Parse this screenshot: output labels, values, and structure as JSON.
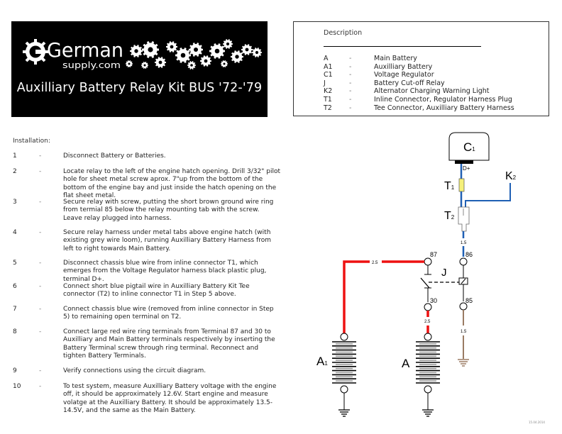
{
  "banner": {
    "logo_word": "German",
    "logo_sub": "supply.com",
    "title": "Auxilliary Battery Relay Kit BUS '72-'79"
  },
  "legend": {
    "heading": "Description",
    "items": [
      {
        "code": "A",
        "dash": "-",
        "desc": "Main Battery"
      },
      {
        "code": "A1",
        "dash": "-",
        "desc": "Auxilliary Battery"
      },
      {
        "code": "C1",
        "dash": "-",
        "desc": "Voltage Regulator"
      },
      {
        "code": "J",
        "dash": "-",
        "desc": "Battery Cut-off Relay"
      },
      {
        "code": "K2",
        "dash": "-",
        "desc": "Alternator Charging Warning Light"
      },
      {
        "code": "T1",
        "dash": "-",
        "desc": "Inline Connector, Regulator Harness Plug"
      },
      {
        "code": "T2",
        "dash": "-",
        "desc": "Tee Connector, Auxilliary Battery Harness"
      }
    ]
  },
  "installation": {
    "heading": "Installation:",
    "steps": [
      {
        "num": "1",
        "dash": "-",
        "text": "Disconnect Battery or Batteries."
      },
      {
        "num": "2",
        "dash": "-",
        "text": "Locate relay to the left of the engine hatch opening. Drill 3/32\" pilot hole for sheet metal screw aprox. 7\"up from the bottom of the bottom of the engine bay and just inside the hatch opening on the flat sheet metal."
      },
      {
        "num": "3",
        "dash": "-",
        "text": "Secure relay with screw, putting the short brown ground wire ring from termial 85 below the relay mounting tab with the screw. Leave relay plugged into harness."
      },
      {
        "num": "4",
        "dash": "-",
        "text": "Secure relay harness under metal tabs above engine hatch (with existing grey wire loom), running Auxilliary Battery Harness from left to right towards Main Battery."
      },
      {
        "num": "5",
        "dash": "-",
        "text": "Disconnect chassis blue wire from inline connector T1,  which emerges from the Voltage Regulator harness black plastic plug, terminal D+."
      },
      {
        "num": "6",
        "dash": "-",
        "text": "Connect short blue pigtail wire in Auxilliary Battery Kit Tee connector (T2) to inline connector T1 in Step 5 above."
      },
      {
        "num": "7",
        "dash": "-",
        "text": "Connect chassis blue wire (removed from inline connector in Step 5) to remaining open terminal on T2."
      },
      {
        "num": "8",
        "dash": "-",
        "text": "Connect large red wire ring terminals from Terminal 87 and 30 to Auxilliary and Main Battery terminals respectively by inserting the Battery Terminal screw through ring terminal. Reconnect and tighten Battery Terminals."
      },
      {
        "num": "9",
        "dash": "-",
        "text": "Verify connections using the circuit diagram."
      },
      {
        "num": "10",
        "dash": "-",
        "text": "To test system, measure Auxilliary Battery voltage with the engine off, it should be approximately 12.6V. Start engine and measure volatge at the Auxilliary Battery. It should be approximately 13.5-14.5V, and the same as the Main Battery."
      }
    ]
  },
  "diagram": {
    "c1": {
      "letter": "C",
      "sub": "1"
    },
    "d_plus": "D+",
    "t1": {
      "letter": "T",
      "sub": "1"
    },
    "t2": {
      "letter": "T",
      "sub": "2"
    },
    "k2": {
      "letter": "K",
      "sub": "2"
    },
    "j": "J",
    "a1": {
      "letter": "A",
      "sub": "1"
    },
    "a": "A",
    "terminals": {
      "t87": "87",
      "t86": "86",
      "t30": "30",
      "t85": "85"
    },
    "wire_gauges": {
      "blue_main": "1.5",
      "red_top": "2.5",
      "red_main": "2.5",
      "brown": "1.5"
    },
    "colors": {
      "blue": "#1f5fb4",
      "red": "#ee1111",
      "brown": "#9a7b63",
      "yellow": "#f5f07a"
    }
  },
  "footer": {
    "note": "15.04.2014"
  }
}
